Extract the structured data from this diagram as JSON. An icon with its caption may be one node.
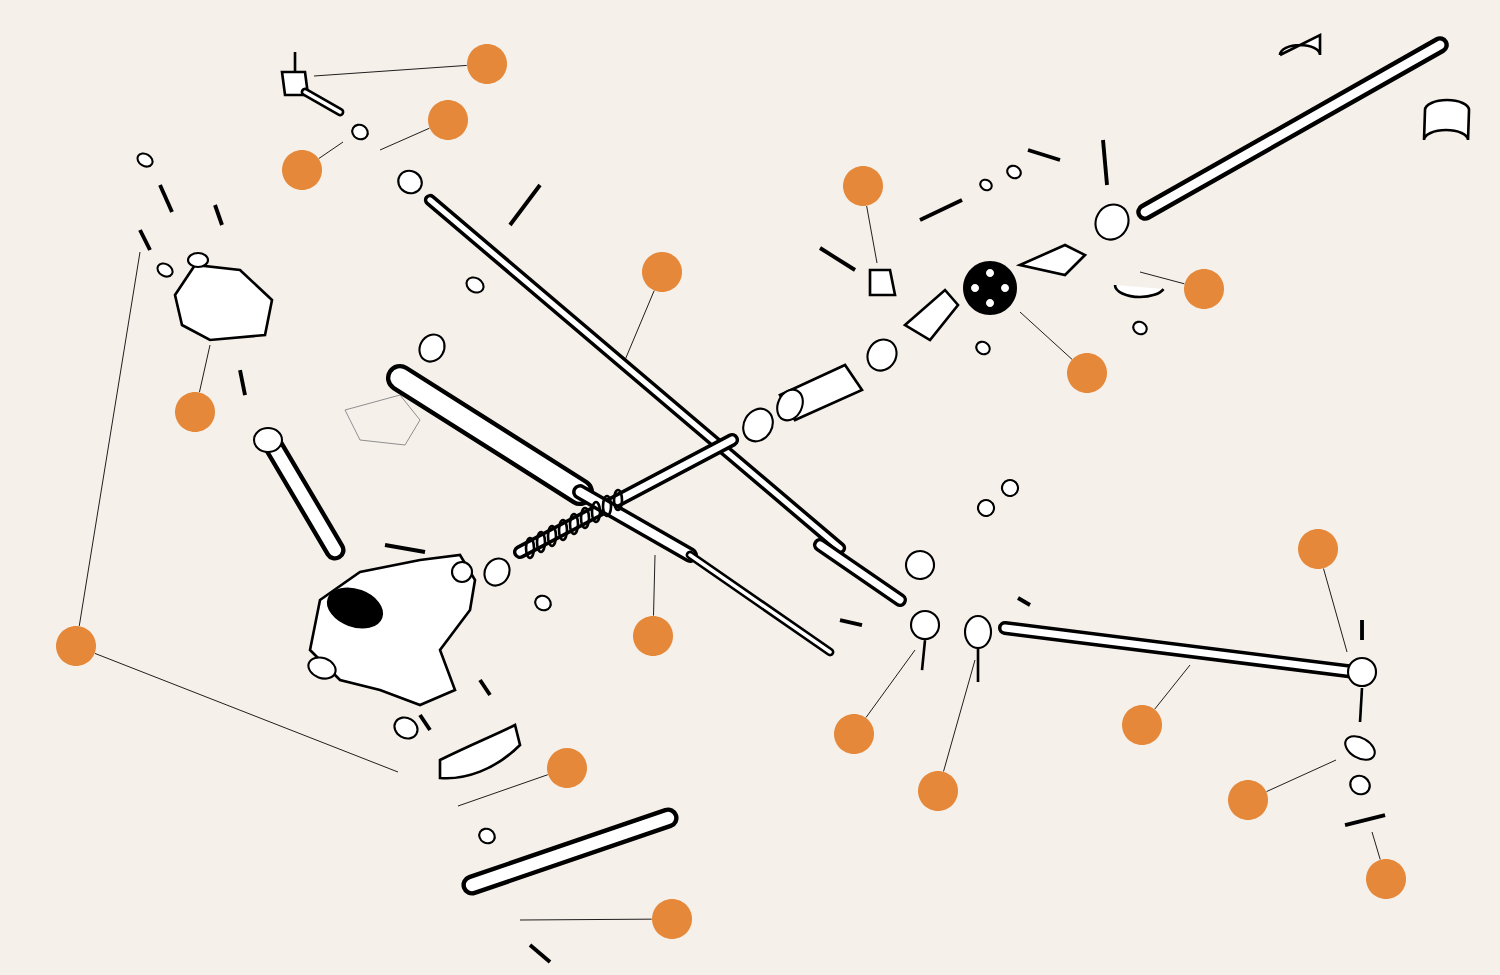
{
  "diagram": {
    "nodes": [
      {
        "text": [],
        "shape": "circle"
      },
      {
        "text": [],
        "shape": "circle"
      },
      {
        "text": [],
        "shape": "circle"
      },
      {
        "text": [],
        "shape": "circle"
      },
      {
        "text": [],
        "shape": "circle"
      },
      {
        "text": [],
        "shape": "circle"
      },
      {
        "text": [],
        "shape": "circle"
      },
      {
        "text": [],
        "shape": "circle"
      },
      {
        "text": [],
        "shape": "circle"
      },
      {
        "text": [],
        "shape": "circle"
      },
      {
        "text": [],
        "shape": "circle"
      },
      {
        "text": [],
        "shape": "circle"
      },
      {
        "text": [],
        "shape": "circle"
      },
      {
        "text": [],
        "shape": "circle"
      },
      {
        "text": [],
        "shape": "circle"
      },
      {
        "text": [],
        "shape": "circle"
      },
      {
        "text": [],
        "shape": "circle"
      },
      {
        "text": [],
        "shape": "circle"
      }
    ],
    "edges": [
      {
        "from": 0,
        "to": null,
        "arrow": "none"
      },
      {
        "from": 1,
        "to": null,
        "arrow": "none"
      },
      {
        "from": 2,
        "to": null,
        "arrow": "none"
      },
      {
        "from": 3,
        "to": null,
        "arrow": "none"
      },
      {
        "from": 4,
        "to": null,
        "arrow": "none"
      },
      {
        "from": 5,
        "to": null,
        "arrow": "none"
      },
      {
        "from": 6,
        "to": null,
        "arrow": "none"
      },
      {
        "from": 7,
        "to": null,
        "arrow": "none"
      },
      {
        "from": 8,
        "to": null,
        "arrow": "none"
      },
      {
        "from": 9,
        "to": null,
        "arrow": "none"
      },
      {
        "from": 10,
        "to": null,
        "arrow": "none"
      },
      {
        "from": 10,
        "to": null,
        "arrow": "none"
      },
      {
        "from": 11,
        "to": null,
        "arrow": "none"
      },
      {
        "from": 12,
        "to": null,
        "arrow": "none"
      },
      {
        "from": 13,
        "to": null,
        "arrow": "none"
      },
      {
        "from": 14,
        "to": null,
        "arrow": "none"
      },
      {
        "from": 15,
        "to": null,
        "arrow": "none"
      },
      {
        "from": 16,
        "to": null,
        "arrow": "none"
      },
      {
        "from": 17,
        "to": null,
        "arrow": "none"
      }
    ]
  }
}
